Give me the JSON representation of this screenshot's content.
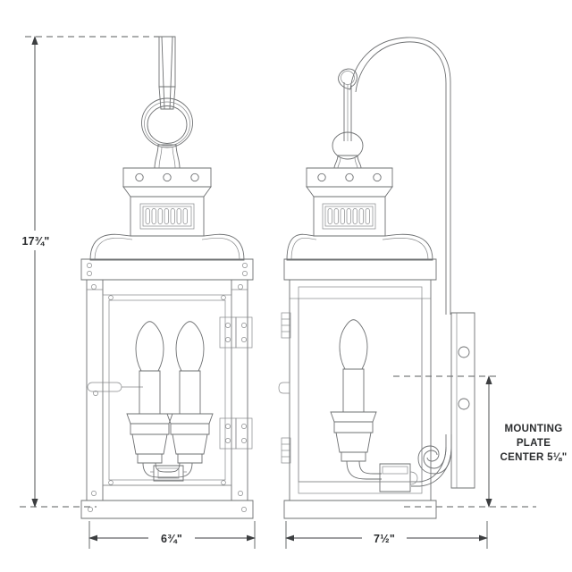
{
  "drawing": {
    "type": "technical-dimension-drawing",
    "subject": "two-light outdoor wall lantern",
    "views": [
      "front-elevation",
      "side-elevation"
    ],
    "background_color": "#ffffff",
    "line_color": "#6e7072",
    "dimension_color": "#2a2c2e"
  },
  "dimensions": {
    "height": {
      "label": "17¾\"",
      "orientation": "vertical",
      "position": "left"
    },
    "width_front": {
      "label": "6¾\"",
      "orientation": "horizontal",
      "position": "bottom-left"
    },
    "width_side": {
      "label": "7½\"",
      "orientation": "horizontal",
      "position": "bottom-right"
    },
    "mounting_plate": {
      "line1": "MOUNTING",
      "line2": "PLATE",
      "line3": "CENTER 5⅛\"",
      "orientation": "vertical",
      "position": "right"
    }
  },
  "front_view": {
    "parts": [
      {
        "name": "tapered-stem",
        "count": 1
      },
      {
        "name": "ring-loop",
        "count": 1
      },
      {
        "name": "finial-neck",
        "count": 1
      },
      {
        "name": "top-plate-rivets",
        "count": 3
      },
      {
        "name": "vented-collar-slots",
        "count": 8
      },
      {
        "name": "dome-cap",
        "count": 1
      },
      {
        "name": "upper-rail",
        "count": 1
      },
      {
        "name": "glass-frame",
        "count": 1
      },
      {
        "name": "candle-bulb",
        "count": 2
      },
      {
        "name": "candle-socket",
        "count": 2
      },
      {
        "name": "hinge-plate",
        "count": 2
      },
      {
        "name": "door-latch",
        "count": 1
      },
      {
        "name": "base-rail",
        "count": 1
      }
    ]
  },
  "side_view": {
    "parts": [
      {
        "name": "scroll-arm",
        "count": 1
      },
      {
        "name": "hook-eye",
        "count": 1
      },
      {
        "name": "drop-rod",
        "count": 1
      },
      {
        "name": "ball-finial",
        "count": 1
      },
      {
        "name": "top-plate-rivets",
        "count": 3
      },
      {
        "name": "vented-collar-slots",
        "count": 7
      },
      {
        "name": "dome-cap",
        "count": 1
      },
      {
        "name": "glass-frame",
        "count": 1
      },
      {
        "name": "candle-bulb",
        "count": 1
      },
      {
        "name": "candle-socket",
        "count": 1
      },
      {
        "name": "wall-mount-plate",
        "count": 1
      },
      {
        "name": "mount-plate-screw-hole",
        "count": 2
      },
      {
        "name": "decorative-scroll",
        "count": 1
      },
      {
        "name": "base-rail",
        "count": 1
      }
    ]
  }
}
